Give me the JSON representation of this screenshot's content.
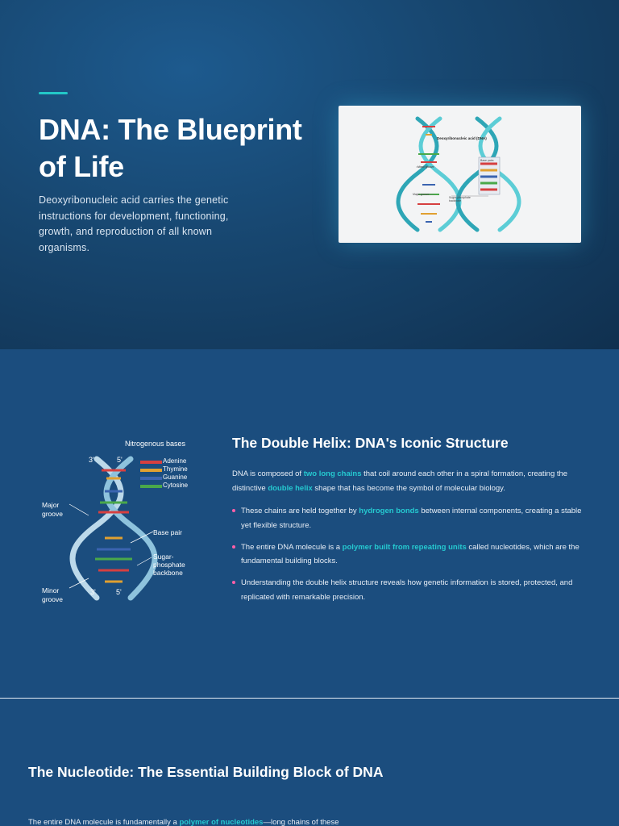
{
  "hero": {
    "title": "DNA: The Blueprint of Life",
    "description": "Deoxyribonucleic acid carries the genetic instructions for development, functioning, growth, and reproduction of all known organisms.",
    "figure": {
      "title": "Deoxyribonucleic acid (DNA)",
      "labels": {
        "minor_groove": "Minor groove",
        "major_groove": "Major groove",
        "sugar_phosphate": "Sugar-phosphate backbone",
        "base_pairs": "Base pairs"
      }
    }
  },
  "double_helix": {
    "title": "The Double Helix: DNA's Iconic Structure",
    "figure_labels": {
      "nitrogenous_bases": "Nitrogenous bases",
      "adenine": "Adenine",
      "thymine": "Thymine",
      "guanine": "Guanine",
      "cytosine": "Cytosine",
      "major_groove": "Major groove",
      "minor_groove": "Minor groove",
      "base_pair": "Base pair",
      "backbone": "Sugar-phosphate backbone",
      "three_prime_top": "3'",
      "five_prime_top": "5'",
      "three_prime_bottom": "3'",
      "five_prime_bottom": "5'"
    },
    "intro": {
      "t1": "DNA is composed of ",
      "h1": "two long chains",
      "t2": " that coil around each other in a spiral formation, creating the distinctive ",
      "h2": "double helix",
      "t3": " shape that has become the symbol of molecular biology."
    },
    "bullets": [
      {
        "t1": "These chains are held together by ",
        "h1": "hydrogen bonds",
        "t2": " between internal components, creating a stable yet flexible structure."
      },
      {
        "t1": "The entire DNA molecule is a ",
        "h1": "polymer built from repeating units",
        "t2": " called nucleotides, which are the fundamental building blocks."
      },
      {
        "t1": "Understanding the double helix structure reveals how genetic information is stored, protected, and replicated with remarkable precision."
      }
    ]
  },
  "nucleotide": {
    "title": "The Nucleotide: The Essential Building Block of DNA",
    "body_t1": "The entire DNA molecule is fundamentally a ",
    "body_h1": "polymer of nucleotides",
    "body_t2": "—long chains of these"
  },
  "colors": {
    "accent": "#23c8c8",
    "highlight": "#25c9d0",
    "bullet": "#ff5fa8",
    "background": "#1b4d7e",
    "adenine": "#d64040",
    "thymine": "#e0a030",
    "guanine": "#3a64b0",
    "cytosine": "#4aa84a"
  }
}
